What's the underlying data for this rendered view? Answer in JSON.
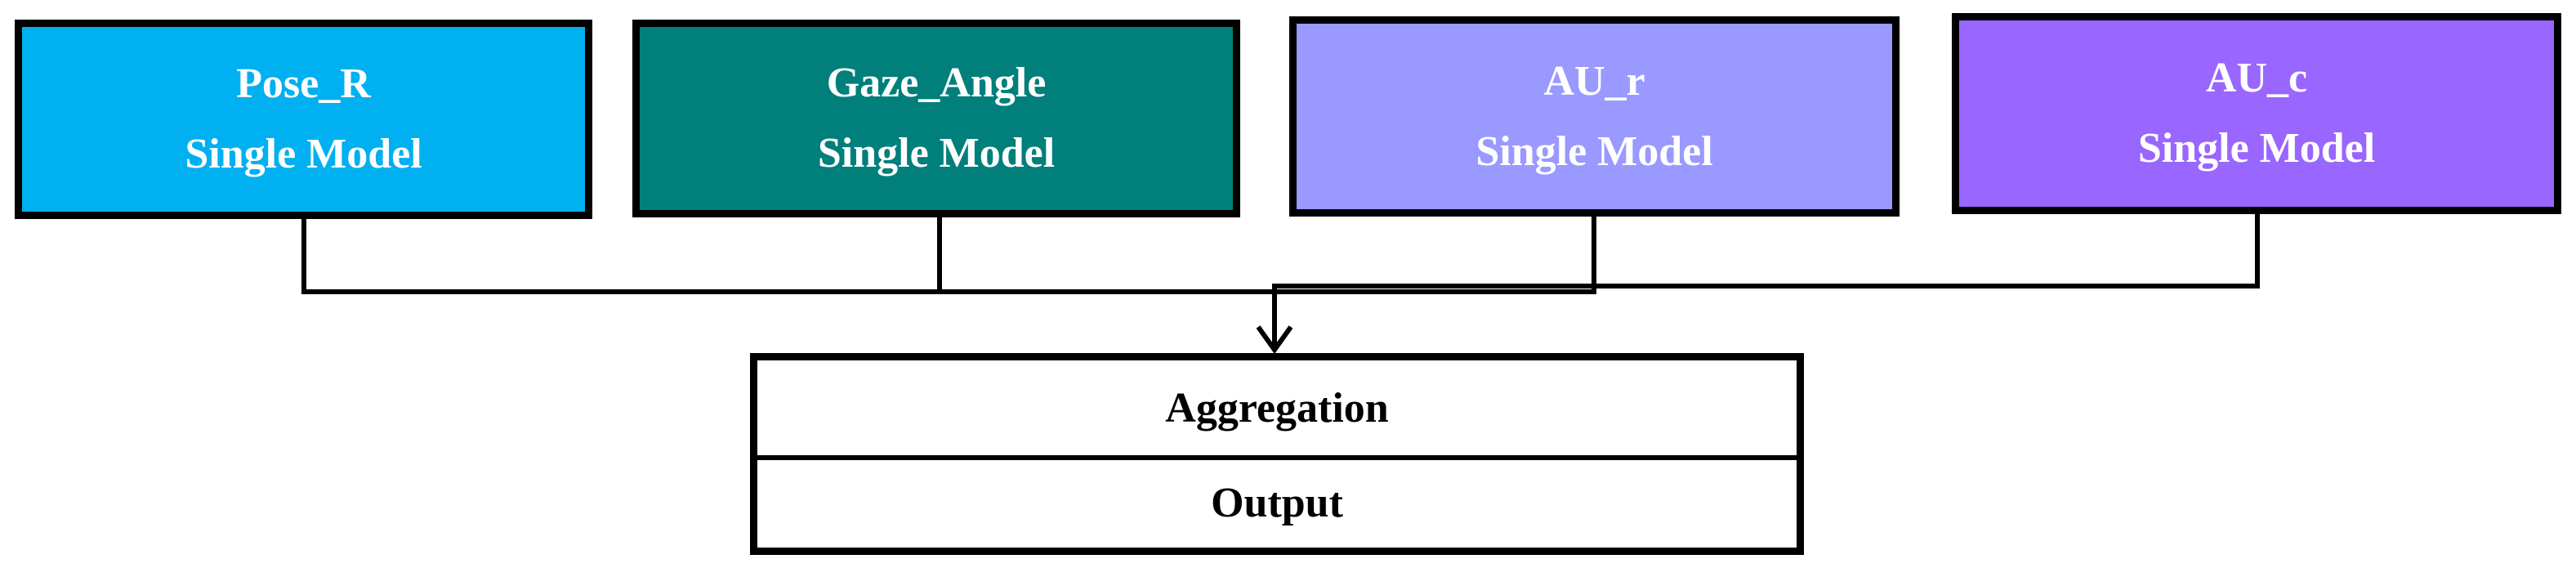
{
  "models": [
    {
      "name": "Pose_R",
      "subtitle": "Single Model",
      "color": "#00b0f0"
    },
    {
      "name": "Gaze_Angle",
      "subtitle": "Single Model",
      "color": "#007f7b"
    },
    {
      "name": "AU_r",
      "subtitle": "Single Model",
      "color": "#9999ff"
    },
    {
      "name": "AU_c",
      "subtitle": "Single Model",
      "color": "#9966ff"
    }
  ],
  "aggregation": {
    "label": "Aggregation",
    "output_label": "Output"
  },
  "colors": {
    "border": "#000000",
    "text_light": "#ffffff",
    "text_dark": "#000000"
  }
}
